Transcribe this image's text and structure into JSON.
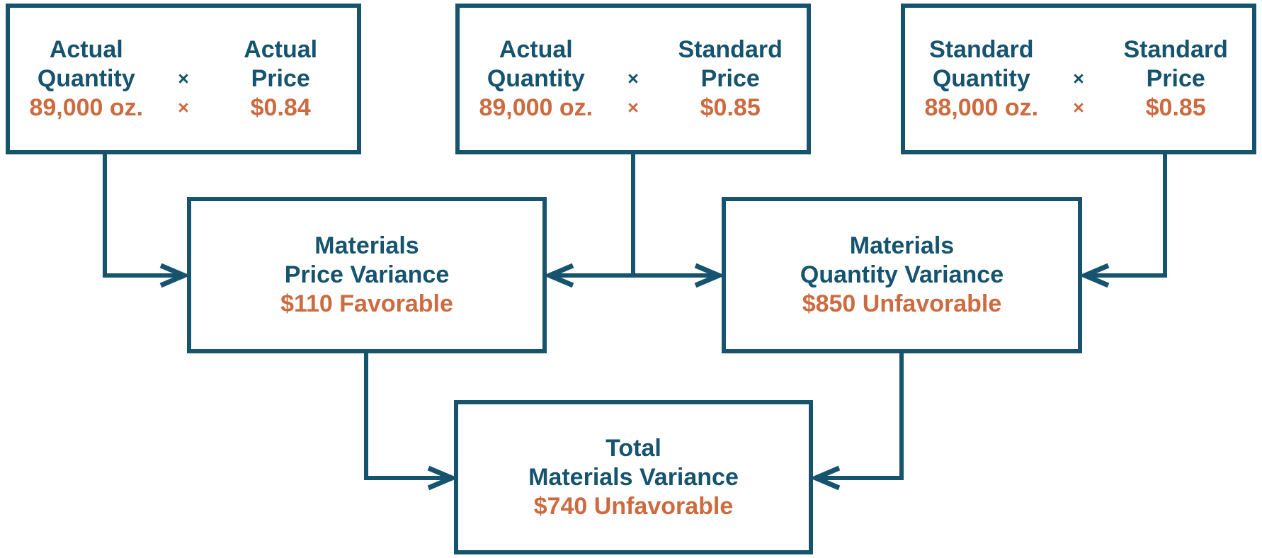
{
  "colors": {
    "primary": "#15536E",
    "accent": "#CD6A3F",
    "background": "#FFFFFF"
  },
  "diagram": {
    "top_boxes": [
      {
        "factor1": {
          "label_line1": "Actual",
          "label_line2": "Quantity",
          "value": "89,000 oz."
        },
        "operator": "×",
        "factor2": {
          "label_line1": "Actual",
          "label_line2": "Price",
          "value": "$0.84"
        }
      },
      {
        "factor1": {
          "label_line1": "Actual",
          "label_line2": "Quantity",
          "value": "89,000 oz."
        },
        "operator": "×",
        "factor2": {
          "label_line1": "Standard",
          "label_line2": "Price",
          "value": "$0.85"
        }
      },
      {
        "factor1": {
          "label_line1": "Standard",
          "label_line2": "Quantity",
          "value": "88,000 oz."
        },
        "operator": "×",
        "factor2": {
          "label_line1": "Standard",
          "label_line2": "Price",
          "value": "$0.85"
        }
      }
    ],
    "variance_boxes": [
      {
        "title_line1": "Materials",
        "title_line2": "Price Variance",
        "value": "$110 Favorable"
      },
      {
        "title_line1": "Materials",
        "title_line2": "Quantity Variance",
        "value": "$850 Unfavorable"
      }
    ],
    "total_box": {
      "title_line1": "Total",
      "title_line2": "Materials Variance",
      "value": "$740 Unfavorable"
    }
  }
}
